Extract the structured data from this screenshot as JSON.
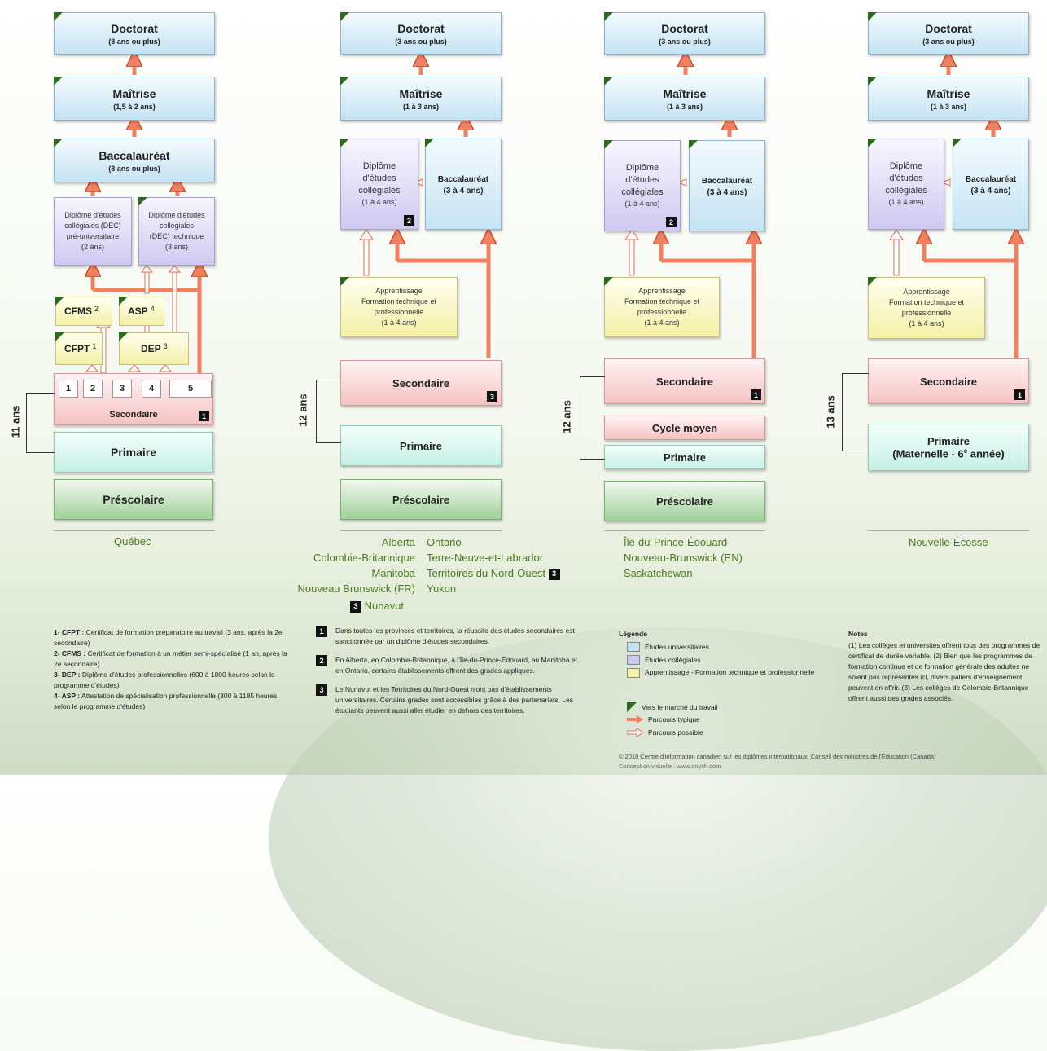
{
  "common": {
    "doctorat": "Doctorat",
    "doctorat_duree": "(3 ans ou plus)",
    "maitrise": "Maîtrise",
    "baccalaureat": "Baccalauréat",
    "primaire": "Primaire",
    "secondaire": "Secondaire",
    "prescolaire": "Préscolaire",
    "apprentissage": "Apprentissage",
    "formation_tech": "Formation technique et professionnelle",
    "duree_1a4": "(1 à 4 ans)",
    "duree_3a4": "(3 à 4 ans)",
    "duree_1a3": "(1 à 3 ans)",
    "dec": "Diplôme d'études collégiales",
    "dec_lines": [
      "Diplôme",
      "d'études",
      "collégiales"
    ],
    "note1": "1",
    "note2": "2",
    "note3": "3"
  },
  "quebec": {
    "maitrise_duree": "(1,5 à 2 ans)",
    "bacc_duree": "(3 ans ou plus)",
    "dec_pre": [
      "Diplôme d'études",
      "collégiales (DEC)",
      "pré-universitaire"
    ],
    "dec_pre_duree": "(2 ans)",
    "dec_tech": [
      "Diplôme d'études",
      "collégiales",
      "(DEC) technique"
    ],
    "dec_tech_duree": "(3 ans)",
    "cfms": "CFMS",
    "cfms_note": "2",
    "asp": "ASP",
    "asp_note": "4",
    "cfpt": "CFPT",
    "cfpt_note": "1",
    "dep": "DEP",
    "dep_note": "3",
    "grades": [
      "1",
      "2",
      "3",
      "4",
      "5"
    ],
    "years": "11 ans",
    "label": "Québec"
  },
  "col2": {
    "years": "12 ans",
    "provinces_left": [
      "Alberta",
      "Colombie-Britannique",
      "Manitoba",
      "Nouveau Brunswick (FR)"
    ],
    "provinces_right": [
      "Ontario",
      "Terre-Neuve-et-Labrador",
      "Territoires du Nord-Ouest",
      "Yukon"
    ],
    "nunavut": "Nunavut"
  },
  "col3": {
    "years": "12 ans",
    "cycle_moyen": "Cycle moyen",
    "provinces": [
      "Île-du-Prince-Édouard",
      "Nouveau-Brunswick (EN)",
      "Saskatchewan"
    ]
  },
  "col4": {
    "years": "13 ans",
    "primaire_detail": "(Maternelle - 6",
    "primaire_sup": "e",
    "primaire_end": " année)",
    "label": "Nouvelle-Écosse"
  },
  "footnotes": [
    {
      "term": "1- CFPT :",
      "text": "Certificat de formation préparatoire au travail (3 ans, après la 2e secondaire)"
    },
    {
      "term": "2- CFMS :",
      "text": "Certificat de formation à un métier semi-spécialisé (1 an, après la 2e secondaire)"
    },
    {
      "term": "3- DEP :",
      "text": "Diplôme d'études professionnelles (600 à 1800 heures selon le programme d'études)"
    },
    {
      "term": "4- ASP :",
      "text": "Attestation de spécialisation professionnelle (300 à 1185 heures selon le programme d'études)"
    }
  ],
  "numbered_notes": [
    {
      "n": "1",
      "text": "Dans toutes les provinces et territoires, la réussite des études secondaires est sanctionnée par un diplôme d'études secondaires."
    },
    {
      "n": "2",
      "text": "En Alberta, en Colombie-Britannique, à l'Île-du-Prince-Édouard, au Manitoba et en Ontario, certains établissements offrent des grades appliqués."
    },
    {
      "n": "3",
      "text": "Le Nunavut et les Territoires du Nord-Ouest n'ont pas d'établissements universitaires. Certains grades sont accessibles grâce à des partenariats. Les étudiants peuvent aussi aller étudier en dehors des territoires."
    }
  ],
  "legend": {
    "title": "Légende",
    "items": [
      {
        "label": "Études universitaires",
        "color": "#c4e3f3"
      },
      {
        "label": "Études collégiales",
        "color": "#cfc9f1"
      },
      {
        "label": "Apprentissage - Formation technique et professionnelle",
        "color": "#f4f0a6"
      }
    ],
    "marche": "Vers le marché du travail",
    "typique": "Parcours typique",
    "possible": "Parcours possible"
  },
  "notes": {
    "title": "Notes",
    "text": "(1) Les collèges et universités offrent tous des programmes de certificat de durée variable. (2) Bien que les programmes de formation continue et de formation générale des adultes ne soient pas représentés ici, divers paliers d'enseignement peuvent en offrir. (3) Les collèges de Colombie-Britannique offrent aussi des grades associés."
  },
  "credit": "© 2010 Centre d'information canadien sur les diplômes internationaux, Conseil des ministres de l'Éducation (Canada)",
  "design": "Conception visuelle : www.onyxh.com",
  "colors": {
    "arrow_typical": "#f08060",
    "arrow_possible": "#ffffff",
    "flag": "#2e6a1e",
    "province_text": "#4c7a20"
  }
}
